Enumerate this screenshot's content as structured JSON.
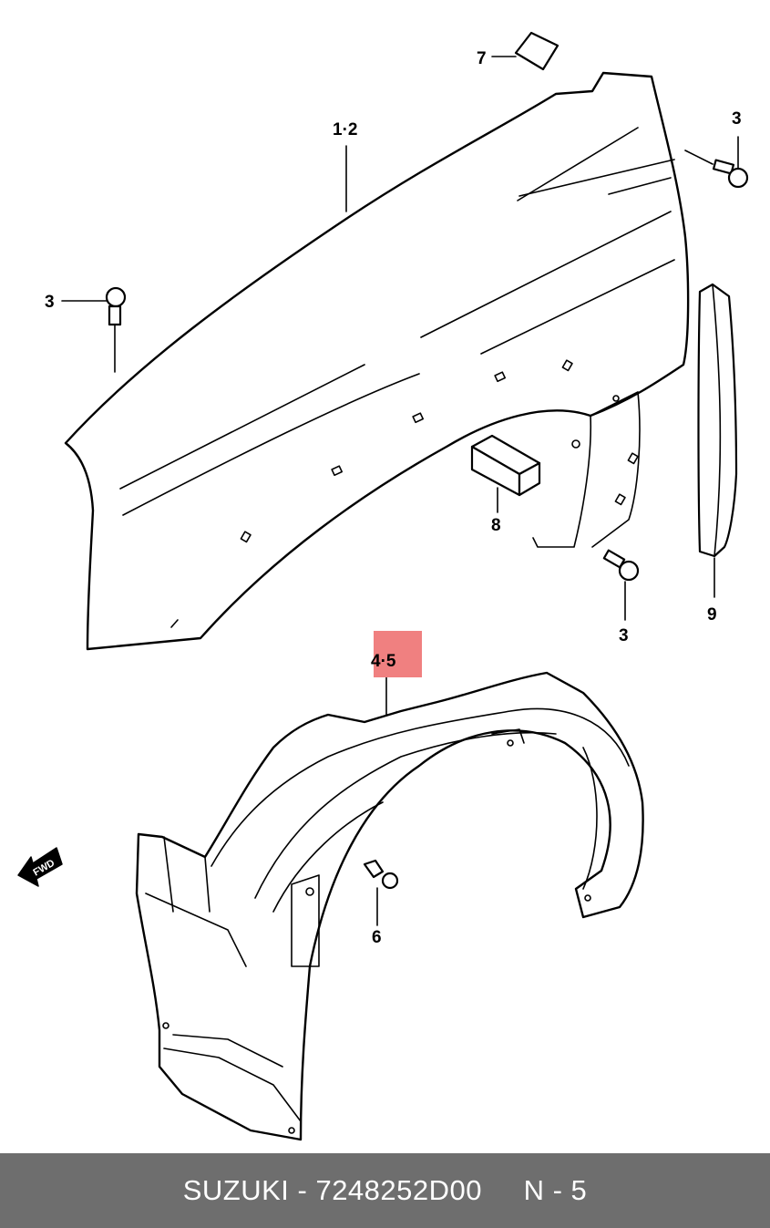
{
  "callouts": {
    "fender": "1·2",
    "bolt_top_right": "3",
    "bolt_left": "3",
    "bolt_bottom": "3",
    "liner": "4·5",
    "clip": "6",
    "cap": "7",
    "pad": "8",
    "strip": "9"
  },
  "direction_badge": "FWD",
  "highlight_color": "#f08080",
  "footer": {
    "brand": "SUZUKI",
    "separator": " - ",
    "part_number": "7248252D00",
    "page": "N - 5"
  }
}
